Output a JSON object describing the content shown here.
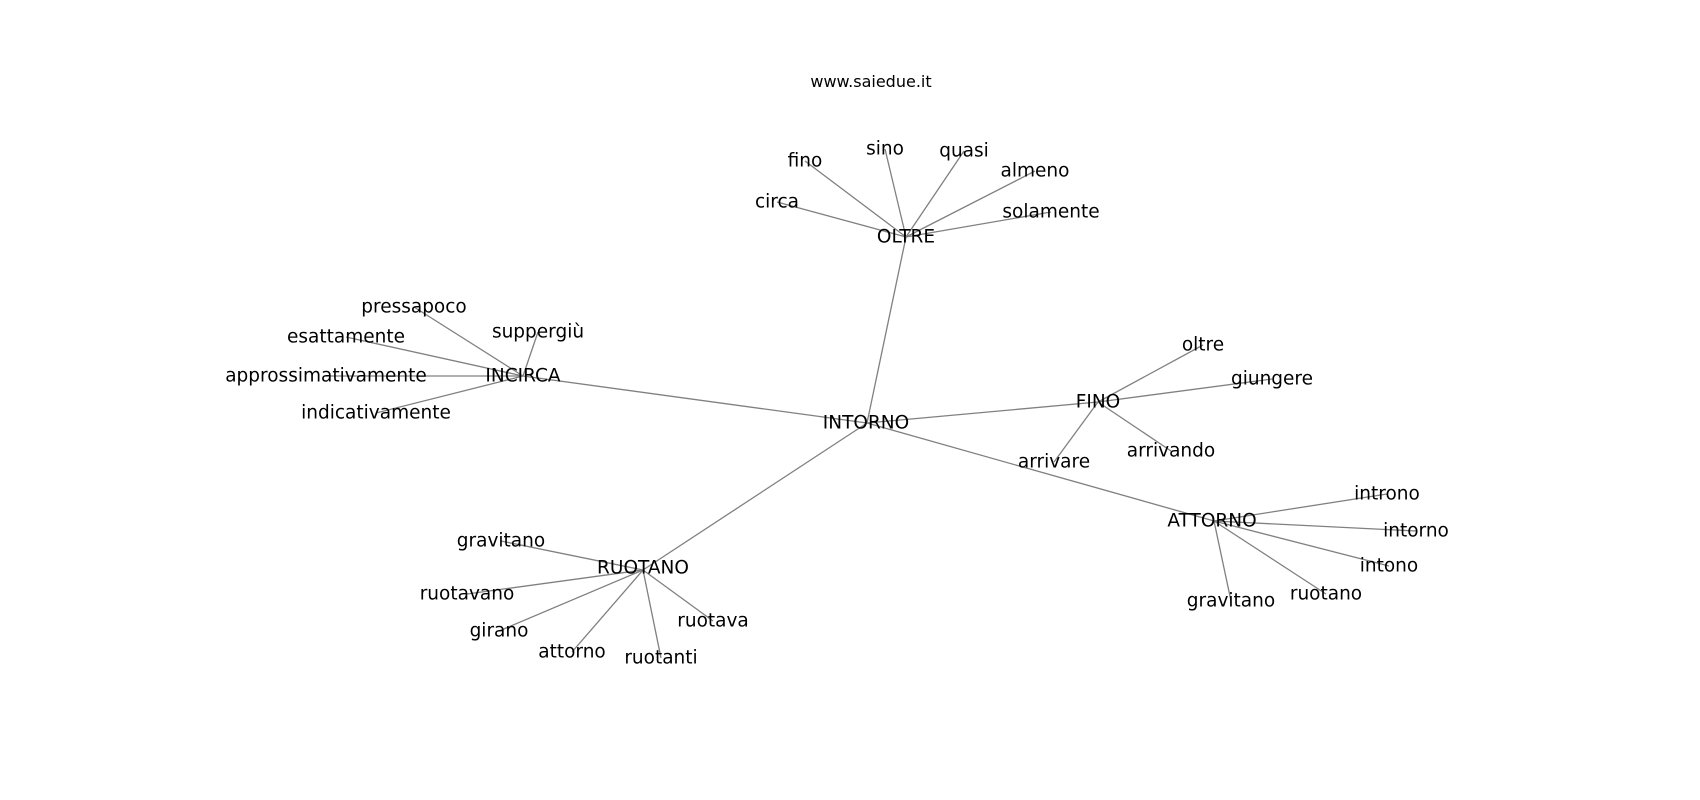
{
  "header": {
    "site": "www.saiedue.it"
  },
  "graph": {
    "edge_color": "#808080",
    "label_color": "#000000",
    "nodes": [
      {
        "id": "intorno",
        "label": "INTORNO"
      },
      {
        "id": "oltre_hub",
        "label": "OLTRE"
      },
      {
        "id": "incirca",
        "label": "INCIRCA"
      },
      {
        "id": "fino_hub",
        "label": "FINO"
      },
      {
        "id": "attorno_hub",
        "label": "ATTORNO"
      },
      {
        "id": "ruotano_hub",
        "label": "RUOTANO"
      },
      {
        "id": "fino_leaf",
        "label": "fino"
      },
      {
        "id": "sino",
        "label": "sino"
      },
      {
        "id": "quasi",
        "label": "quasi"
      },
      {
        "id": "almeno",
        "label": "almeno"
      },
      {
        "id": "circa",
        "label": "circa"
      },
      {
        "id": "solamente",
        "label": "solamente"
      },
      {
        "id": "pressapoco",
        "label": "pressapoco"
      },
      {
        "id": "esattamente",
        "label": "esattamente"
      },
      {
        "id": "suppergiu",
        "label": "suppergiù"
      },
      {
        "id": "approssimativamente",
        "label": "approssimativamente"
      },
      {
        "id": "indicativamente",
        "label": "indicativamente"
      },
      {
        "id": "oltre_leaf",
        "label": "oltre"
      },
      {
        "id": "giungere",
        "label": "giungere"
      },
      {
        "id": "arrivando",
        "label": "arrivando"
      },
      {
        "id": "arrivare",
        "label": "arrivare"
      },
      {
        "id": "introno",
        "label": "introno"
      },
      {
        "id": "intorno_leaf",
        "label": "intorno"
      },
      {
        "id": "intono",
        "label": "intono"
      },
      {
        "id": "ruotano_leaf",
        "label": "ruotano"
      },
      {
        "id": "gravitano_a",
        "label": "gravitano"
      },
      {
        "id": "gravitano_r",
        "label": "gravitano"
      },
      {
        "id": "ruotavano",
        "label": "ruotavano"
      },
      {
        "id": "girano",
        "label": "girano"
      },
      {
        "id": "attorno_leaf",
        "label": "attorno"
      },
      {
        "id": "ruotanti",
        "label": "ruotanti"
      },
      {
        "id": "ruotava",
        "label": "ruotava"
      }
    ],
    "edges": [
      [
        "intorno",
        "oltre_hub"
      ],
      [
        "intorno",
        "incirca"
      ],
      [
        "intorno",
        "fino_hub"
      ],
      [
        "intorno",
        "attorno_hub"
      ],
      [
        "intorno",
        "ruotano_hub"
      ],
      [
        "oltre_hub",
        "fino_leaf"
      ],
      [
        "oltre_hub",
        "sino"
      ],
      [
        "oltre_hub",
        "quasi"
      ],
      [
        "oltre_hub",
        "almeno"
      ],
      [
        "oltre_hub",
        "circa"
      ],
      [
        "oltre_hub",
        "solamente"
      ],
      [
        "incirca",
        "pressapoco"
      ],
      [
        "incirca",
        "esattamente"
      ],
      [
        "incirca",
        "suppergiu"
      ],
      [
        "incirca",
        "approssimativamente"
      ],
      [
        "incirca",
        "indicativamente"
      ],
      [
        "fino_hub",
        "oltre_leaf"
      ],
      [
        "fino_hub",
        "giungere"
      ],
      [
        "fino_hub",
        "arrivando"
      ],
      [
        "fino_hub",
        "arrivare"
      ],
      [
        "attorno_hub",
        "introno"
      ],
      [
        "attorno_hub",
        "intorno_leaf"
      ],
      [
        "attorno_hub",
        "intono"
      ],
      [
        "attorno_hub",
        "ruotano_leaf"
      ],
      [
        "attorno_hub",
        "gravitano_a"
      ],
      [
        "ruotano_hub",
        "gravitano_r"
      ],
      [
        "ruotano_hub",
        "ruotavano"
      ],
      [
        "ruotano_hub",
        "girano"
      ],
      [
        "ruotano_hub",
        "attorno_leaf"
      ],
      [
        "ruotano_hub",
        "ruotanti"
      ],
      [
        "ruotano_hub",
        "ruotava"
      ]
    ]
  }
}
